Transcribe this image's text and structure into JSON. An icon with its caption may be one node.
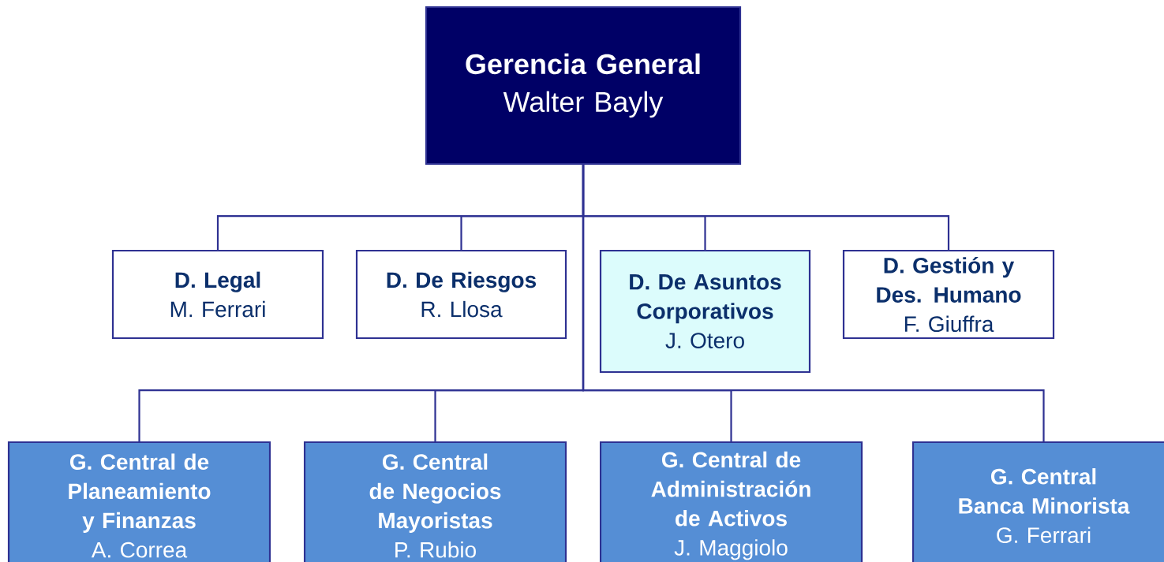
{
  "diagram": {
    "nodes": [
      {
        "text": [
          "Gerencia General",
          "Walter Bayly"
        ]
      },
      {
        "text": [
          "D. Legal",
          "M. Ferrari"
        ]
      },
      {
        "text": [
          "D. De Riesgos",
          "R. Llosa"
        ]
      },
      {
        "text": [
          "D. De Asuntos Corporativos",
          "J. Otero"
        ]
      },
      {
        "text": [
          "D. Gestión y Des. Humano",
          "F. Giuffra"
        ]
      },
      {
        "text": [
          "G. Central de Planeamiento y Finanzas",
          "A. Correa"
        ]
      },
      {
        "text": [
          "G. Central de Negocios Mayoristas",
          "P. Rubio"
        ]
      },
      {
        "text": [
          "G. Central de Administración de Activos",
          "J. Maggiolo"
        ]
      },
      {
        "text": [
          "G. Central Banca Minorista",
          "G. Ferrari"
        ]
      }
    ],
    "edges": [
      {
        "from": 0,
        "to": 1,
        "arrow": "none"
      },
      {
        "from": 0,
        "to": 2,
        "arrow": "none"
      },
      {
        "from": 0,
        "to": 3,
        "arrow": "none"
      },
      {
        "from": 0,
        "to": 4,
        "arrow": "none"
      },
      {
        "from": 0,
        "to": 5,
        "arrow": "none"
      },
      {
        "from": 0,
        "to": 6,
        "arrow": "none"
      },
      {
        "from": 0,
        "to": 7,
        "arrow": "none"
      },
      {
        "from": 0,
        "to": 8,
        "arrow": "none"
      }
    ]
  }
}
